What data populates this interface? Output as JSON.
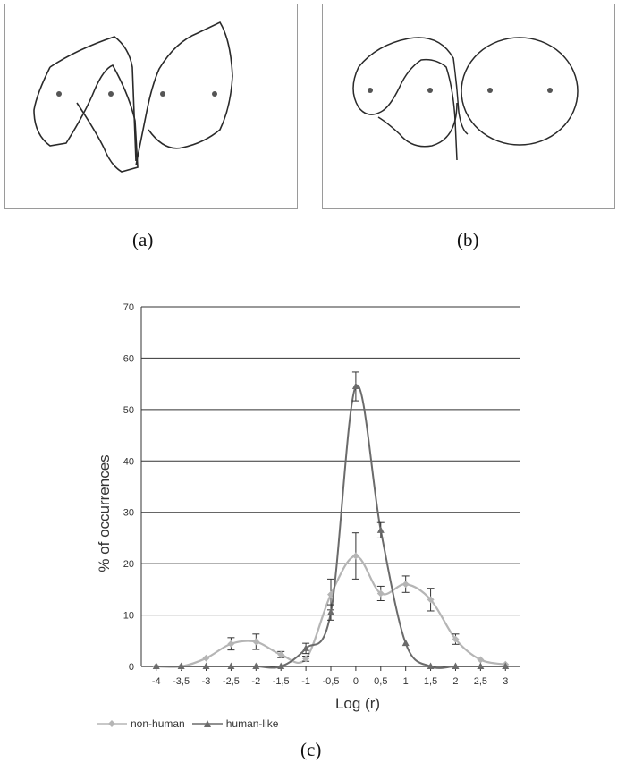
{
  "captions": {
    "a": "(a)",
    "b": "(b)",
    "c": "(c)"
  },
  "chart_data": {
    "type": "line",
    "title": "",
    "xlabel": "Log (r)",
    "ylabel": "% of occurrences",
    "x": [
      -4,
      -3.5,
      -3,
      -2.5,
      -2,
      -1.5,
      -1,
      -0.5,
      0,
      0.5,
      1,
      1.5,
      2,
      2.5,
      3
    ],
    "x_tick_labels": [
      "-4",
      "-3,5",
      "-3",
      "-2,5",
      "-2",
      "-1,5",
      "-1",
      "-0,5",
      "0",
      "0,5",
      "1",
      "1,5",
      "2",
      "2,5",
      "3"
    ],
    "ylim": [
      0,
      70
    ],
    "y_ticks": [
      0,
      10,
      20,
      30,
      40,
      50,
      60,
      70
    ],
    "grid": true,
    "legend_position": "bottom-left",
    "series": [
      {
        "name": "non-human",
        "color": "#b5b5b5",
        "marker": "diamond",
        "values": [
          0,
          0,
          1.6,
          4.4,
          4.8,
          2.3,
          1.5,
          14,
          21.5,
          14.2,
          16,
          13,
          5.3,
          1.3,
          0.4
        ],
        "errors": [
          0,
          0,
          0,
          1.2,
          1.5,
          0.6,
          0.5,
          3,
          4.5,
          1.4,
          1.6,
          2.2,
          1.0,
          0,
          0
        ]
      },
      {
        "name": "human-like",
        "color": "#6b6b6b",
        "marker": "triangle",
        "values": [
          0,
          0,
          0,
          0,
          0,
          0,
          3.5,
          10.5,
          54.5,
          26.5,
          4.5,
          0,
          0,
          0,
          0
        ],
        "errors": [
          0,
          0,
          0,
          0,
          0,
          0,
          1.0,
          1.5,
          2.8,
          1.5,
          0,
          0,
          0,
          0,
          0
        ]
      }
    ]
  }
}
